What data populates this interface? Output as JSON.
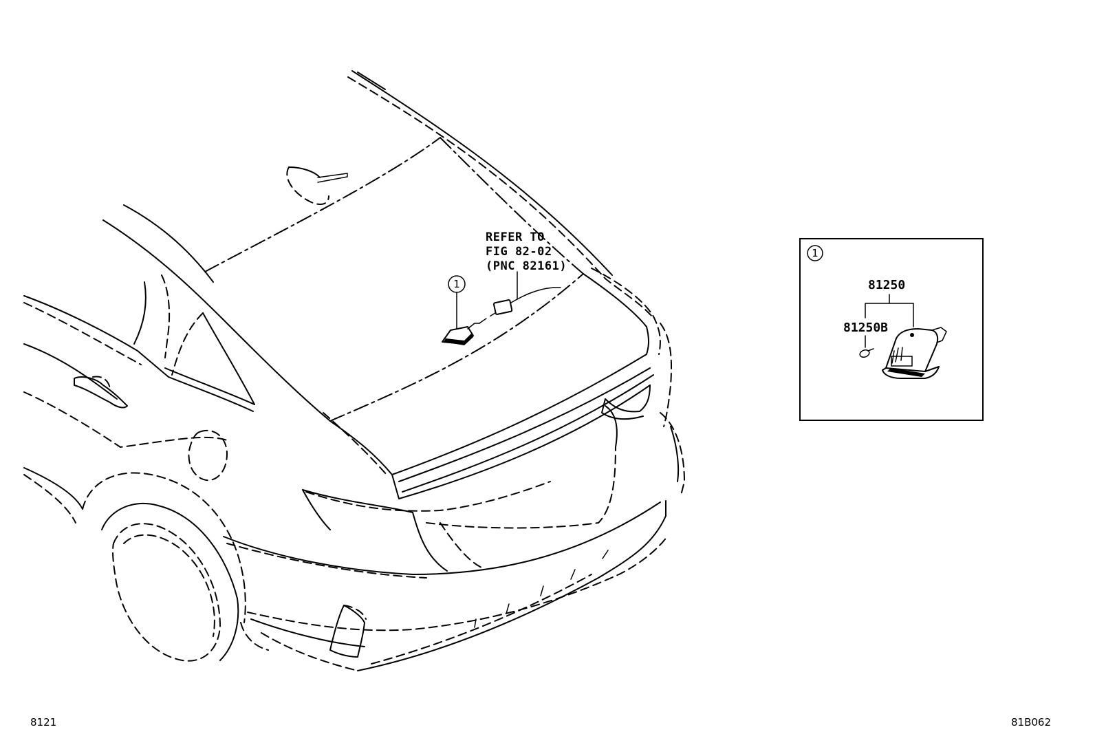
{
  "drawing": {
    "refer_line_1": "REFER TO",
    "refer_line_2": "FIG 82-02",
    "refer_line_3": "(PNC 82161)",
    "callout_marker": "1"
  },
  "detail_box": {
    "marker": "1",
    "part_assembly": "81250",
    "part_bulb": "81250B"
  },
  "footer": {
    "left_code": "8121",
    "right_code": "81B062"
  }
}
